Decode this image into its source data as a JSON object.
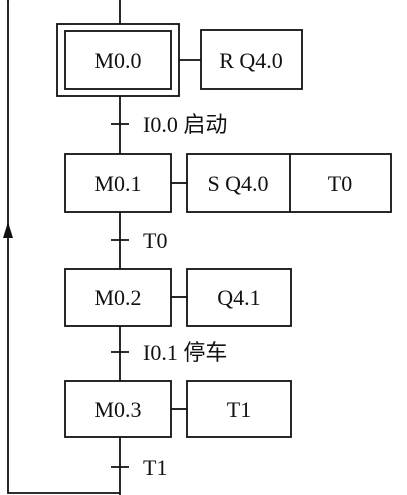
{
  "steps": [
    {
      "id": "M0.0",
      "initial": true,
      "actions": [
        "R Q4.0"
      ]
    },
    {
      "id": "M0.1",
      "initial": false,
      "actions": [
        "S Q4.0",
        "T0"
      ]
    },
    {
      "id": "M0.2",
      "initial": false,
      "actions": [
        "Q4.1"
      ]
    },
    {
      "id": "M0.3",
      "initial": false,
      "actions": [
        "T1"
      ]
    }
  ],
  "transitions": [
    "I0.0 启动",
    "T0",
    "I0.1 停车",
    "T1"
  ]
}
